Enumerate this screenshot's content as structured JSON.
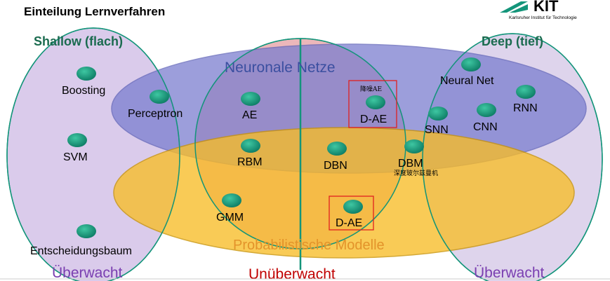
{
  "slide": {
    "title": "Einteilung Lernverfahren",
    "logo_caption": "Karlsruher Institut für Technologie",
    "logo_word": "KIT"
  },
  "regions": {
    "shallow": "Shallow (flach)",
    "deep": "Deep (tief)",
    "neuronale_netze": "Neuronale Netze",
    "probabilistische_modelle": "Probabilistische Modelle",
    "ueberwacht_left": "Überwacht",
    "ueberwacht_right": "Überwacht",
    "unueberwacht": "Unüberwacht"
  },
  "nodes": {
    "boosting": "Boosting",
    "svm": "SVM",
    "entscheidungsbaum": "Entscheidungsbaum",
    "perceptron": "Perceptron",
    "ae": "AE",
    "rbm": "RBM",
    "gmm": "GMM",
    "dbn": "DBN",
    "dbm": "DBM",
    "dbm_note": "深度玻尔兹曼机",
    "dae_top": "D-AE",
    "dae_top_note": "降噪AE",
    "dae_bottom": "D-AE",
    "neural_net": "Neural Net",
    "snn": "SNN",
    "cnn": "CNN",
    "rnn": "RNN"
  },
  "colors": {
    "shallow_fill": "#d9c9ea",
    "deep_fill": "#ddd2ec",
    "neuronale_fill": "#8d8fd6",
    "prob_fill": "#f8c23a",
    "center_fill": "#e9a3a6",
    "node_green": "#14957a",
    "header_green": "#1a6b4f",
    "purple_text": "#7a3fb0",
    "red_text": "#c00000",
    "blue_text": "#3b4fa0",
    "highlight_box": "#e02020"
  }
}
